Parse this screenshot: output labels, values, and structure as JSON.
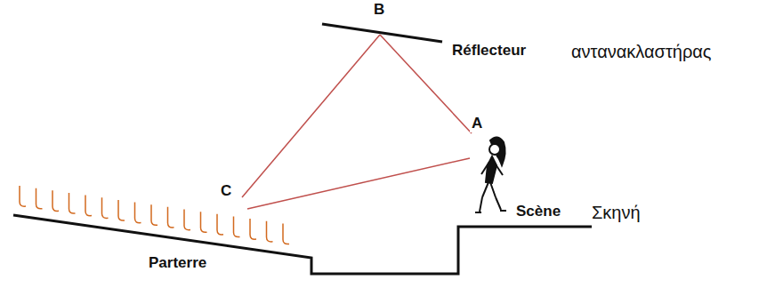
{
  "diagram": {
    "labels": [
      "B",
      "Réflecteur",
      "αντανακλαστήρας",
      "A",
      "C",
      "Scène",
      "Σκηνή",
      "Parterre"
    ]
  }
}
